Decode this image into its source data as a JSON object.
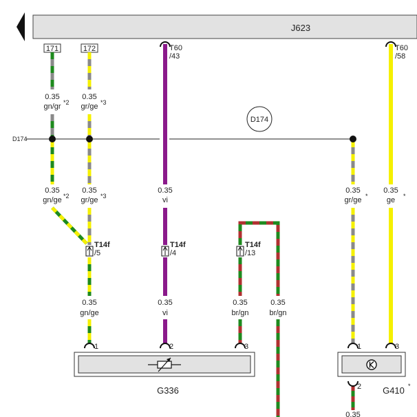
{
  "header": {
    "title": "J623",
    "back_icon": "left-arrow-icon"
  },
  "terminals": {
    "t171": "171",
    "t172": "172"
  },
  "connectors": {
    "t60_43": {
      "name": "T60",
      "pin": "/43"
    },
    "t60_58": {
      "name": "T60",
      "pin": "/58"
    },
    "t14f_5": {
      "name": "T14f",
      "pin": "/5"
    },
    "t14f_4": {
      "name": "T14f",
      "pin": "/4"
    },
    "t14f_13": {
      "name": "T14f",
      "pin": "/13"
    }
  },
  "ground_label": "D174",
  "bus_left_label": "D174",
  "wires": [
    {
      "id": "w1_top",
      "gauge": "0.35",
      "color": "gn/gr",
      "note": "*2"
    },
    {
      "id": "w2_top",
      "gauge": "0.35",
      "color": "gr/ge",
      "note": "*3"
    },
    {
      "id": "w1_mid",
      "gauge": "0.35",
      "color": "gn/ge",
      "note": "*2"
    },
    {
      "id": "w2_mid",
      "gauge": "0.35",
      "color": "gr/ge",
      "note": "*3"
    },
    {
      "id": "w3_mid",
      "gauge": "0.35",
      "color": "vi",
      "note": ""
    },
    {
      "id": "w4_mid",
      "gauge": "0.35",
      "color": "gr/ge",
      "note": "*"
    },
    {
      "id": "w5_mid",
      "gauge": "0.35",
      "color": "ge",
      "note": "*"
    },
    {
      "id": "w1_low",
      "gauge": "0.35",
      "color": "gn/ge",
      "note": ""
    },
    {
      "id": "w3_low",
      "gauge": "0.35",
      "color": "vi",
      "note": ""
    },
    {
      "id": "w6_low",
      "gauge": "0.35",
      "color": "br/gn",
      "note": ""
    },
    {
      "id": "w7_low",
      "gauge": "0.35",
      "color": "br/gn",
      "note": ""
    },
    {
      "id": "w8_bottom",
      "gauge": "0.35",
      "color": "",
      "note": ""
    }
  ],
  "pins": {
    "g336_1": "1",
    "g336_2": "2",
    "g336_3": "3",
    "g410_1": "1",
    "g410_3": "3",
    "g410_2": "2"
  },
  "components": {
    "g336": {
      "label": "G336",
      "icon": "variable-resistor-icon"
    },
    "g410": {
      "label": "G410",
      "note": "*",
      "icon": "sensor-k-icon"
    }
  },
  "colors": {
    "green": "#1e8a1e",
    "gray": "#8a8a8a",
    "yellow": "#f5f000",
    "violet": "#8b1a8b",
    "brown": "#b03030",
    "bar": "#e2e2e2"
  }
}
